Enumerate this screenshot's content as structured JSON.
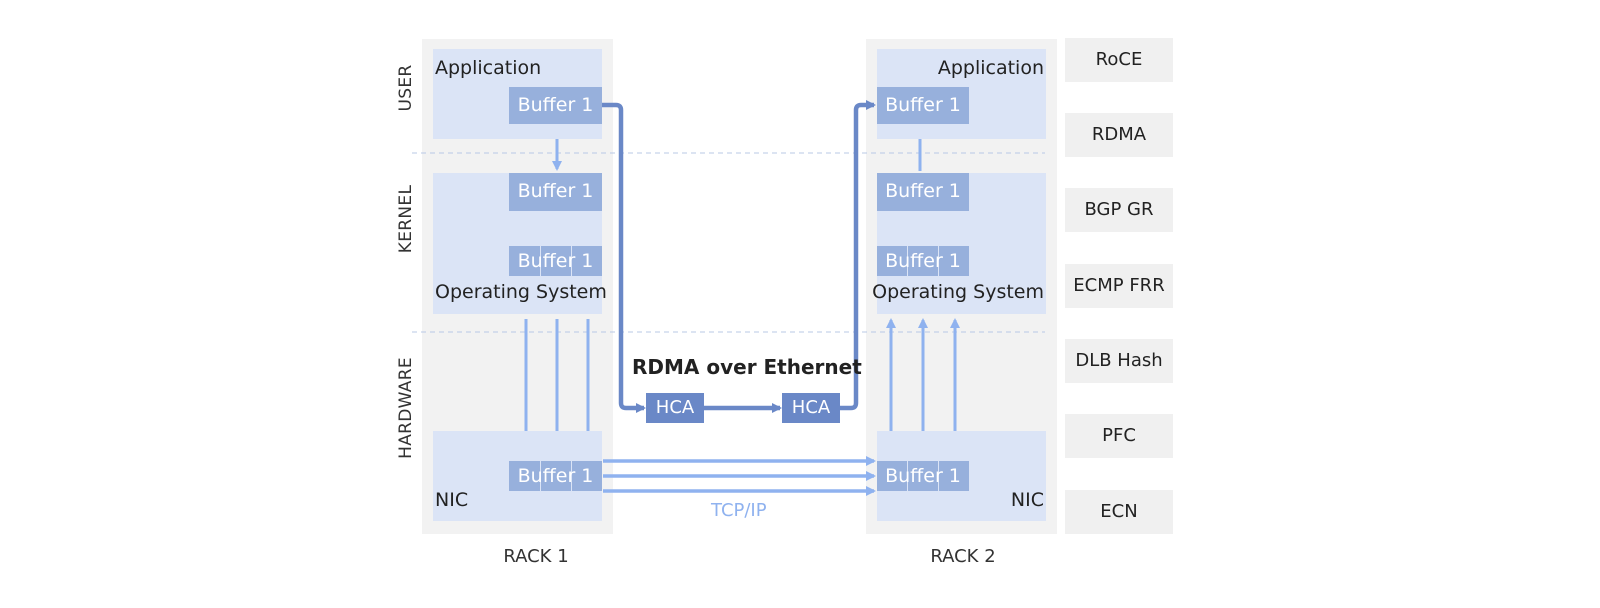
{
  "layers": {
    "user": "USER",
    "kernel": "KERNEL",
    "hardware": "HARDWARE"
  },
  "rack1": {
    "label": "RACK 1",
    "application": "Application",
    "operating_system": "Operating System",
    "nic": "NIC",
    "buffer_user": "Buffer 1",
    "buffer_kernel_top": "Buffer 1",
    "buffer_kernel_bottom": "Buffer 1",
    "buffer_nic": "Buffer 1"
  },
  "rack2": {
    "label": "RACK 2",
    "application": "Application",
    "operating_system": "Operating System",
    "nic": "NIC",
    "buffer_user": "Buffer 1",
    "buffer_kernel_top": "Buffer 1",
    "buffer_kernel_bottom": "Buffer 1",
    "buffer_nic": "Buffer 1"
  },
  "rdma": {
    "title": "RDMA over Ethernet",
    "hca_left": "HCA",
    "hca_right": "HCA"
  },
  "tcp": {
    "label": "TCP/IP"
  },
  "protocols": [
    "RoCE",
    "RDMA",
    "BGP GR",
    "ECMP FRR",
    "DLB Hash",
    "PFC",
    "ECN"
  ],
  "colors": {
    "rack_background": "#f2f2f2",
    "panel": "#dbe4f6",
    "buffer": "#97b0dc",
    "rdma_path": "#6a88c7",
    "tcp_path": "#8fb2ef",
    "divider": "#b8c8e6"
  }
}
